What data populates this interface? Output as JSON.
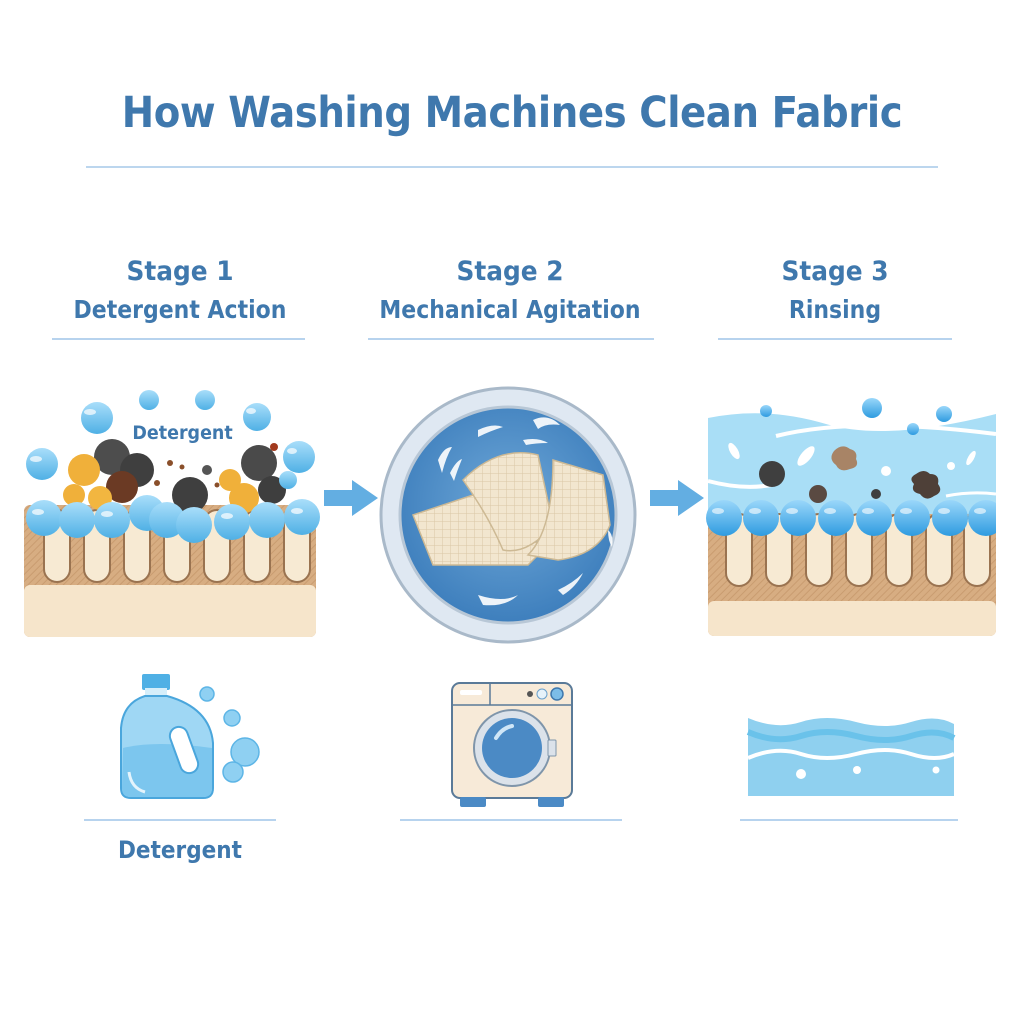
{
  "title": "How Washing Machines Clean Fabric",
  "stages": [
    {
      "number": "Stage 1",
      "name": "Detergent Action",
      "illustration": "fabric-with-detergent-bubbles-and-dirt",
      "inline_label": "Detergent",
      "icon": "detergent-bottle-icon",
      "icon_label": "Detergent"
    },
    {
      "number": "Stage 2",
      "name": "Mechanical Agitation",
      "illustration": "fabric-tumbling-in-drum",
      "icon": "washing-machine-icon",
      "icon_label": ""
    },
    {
      "number": "Stage 3",
      "name": "Rinsing",
      "illustration": "water-rinsing-dirt-from-fabric",
      "icon": "water-waves-icon",
      "icon_label": ""
    }
  ],
  "arrows": [
    "arrow-right-icon",
    "arrow-right-icon"
  ],
  "colors": {
    "heading": "#3f78ad",
    "rule": "#b7d3ee",
    "bubble": "#7cc6ee",
    "water": "#8fd0ef",
    "fabric_tan": "#d9b48a",
    "fabric_cream": "#f5e6cc",
    "drum_blue": "#4d8ec6",
    "arrow": "#63aee2",
    "dirt_dark": "#4a4a4a",
    "dirt_yellow": "#f0b03a"
  }
}
